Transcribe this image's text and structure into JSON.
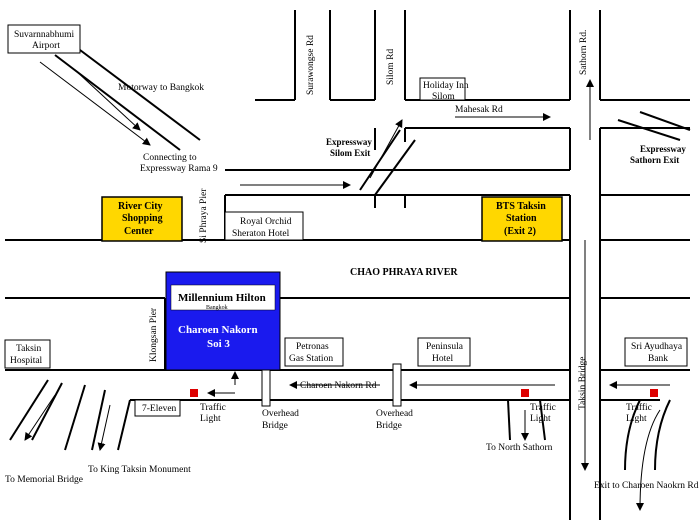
{
  "colors": {
    "highlight_yellow": "#ffd700",
    "hotel_blue": "#1a1aee",
    "traffic_light_red": "#dd0000"
  },
  "labels": {
    "airport": [
      "Suvarnnabhumi",
      "Airport"
    ],
    "motorway": "Motorway to Bangkok",
    "connecting": [
      "Connecting to",
      "Expressway Rama 9"
    ],
    "surawongse": "Surawongse Rd",
    "silom_rd": "Silom Rd",
    "sathorn_rd": "Sathorn Rd.",
    "holiday_inn": [
      "Holiday Inn",
      "Silom"
    ],
    "mahesak": "Mahesak Rd",
    "exp_silom": [
      "Expressway",
      "Silom Exit"
    ],
    "exp_sathorn": [
      "Expressway",
      "Sathorn Exit"
    ],
    "river_city": [
      "River City",
      "Shopping",
      "Center"
    ],
    "si_phraya": "Si Phraya Pier",
    "royal_orchid": [
      "Royal Orchid",
      "Sheraton Hotel"
    ],
    "bts": [
      "BTS Taksin",
      "Station",
      "(Exit 2)"
    ],
    "river": "CHAO PHRAYA RIVER",
    "hotel_brand": "Millennium Hilton",
    "hotel_city": "Bangkok",
    "hotel_soi": [
      "Charoen Nakorn",
      "Soi 3"
    ],
    "klongsan": "Klongsan Pier",
    "petronas": [
      "Petronas",
      "Gas Station"
    ],
    "peninsula": [
      "Peninsula",
      "Hotel"
    ],
    "sri_ayudhaya": [
      "Sri Ayudhaya",
      "Bank"
    ],
    "taksin_hospital": [
      "Taksin",
      "Hospital"
    ],
    "charoen_rd": "Charoen Nakorn Rd",
    "taksin_bridge": "Taksin Bridge",
    "seven_eleven": "7-Eleven",
    "traffic_light": [
      "Traffic",
      "Light"
    ],
    "overhead_bridge": [
      "Overhead",
      "Bridge"
    ],
    "to_north_sathorn": "To North Sathorn",
    "to_memorial": "To Memorial Bridge",
    "to_king_taksin": "To King Taksin Monument",
    "exit_charoen": "Exit to Charoen Naokrn Rd"
  }
}
